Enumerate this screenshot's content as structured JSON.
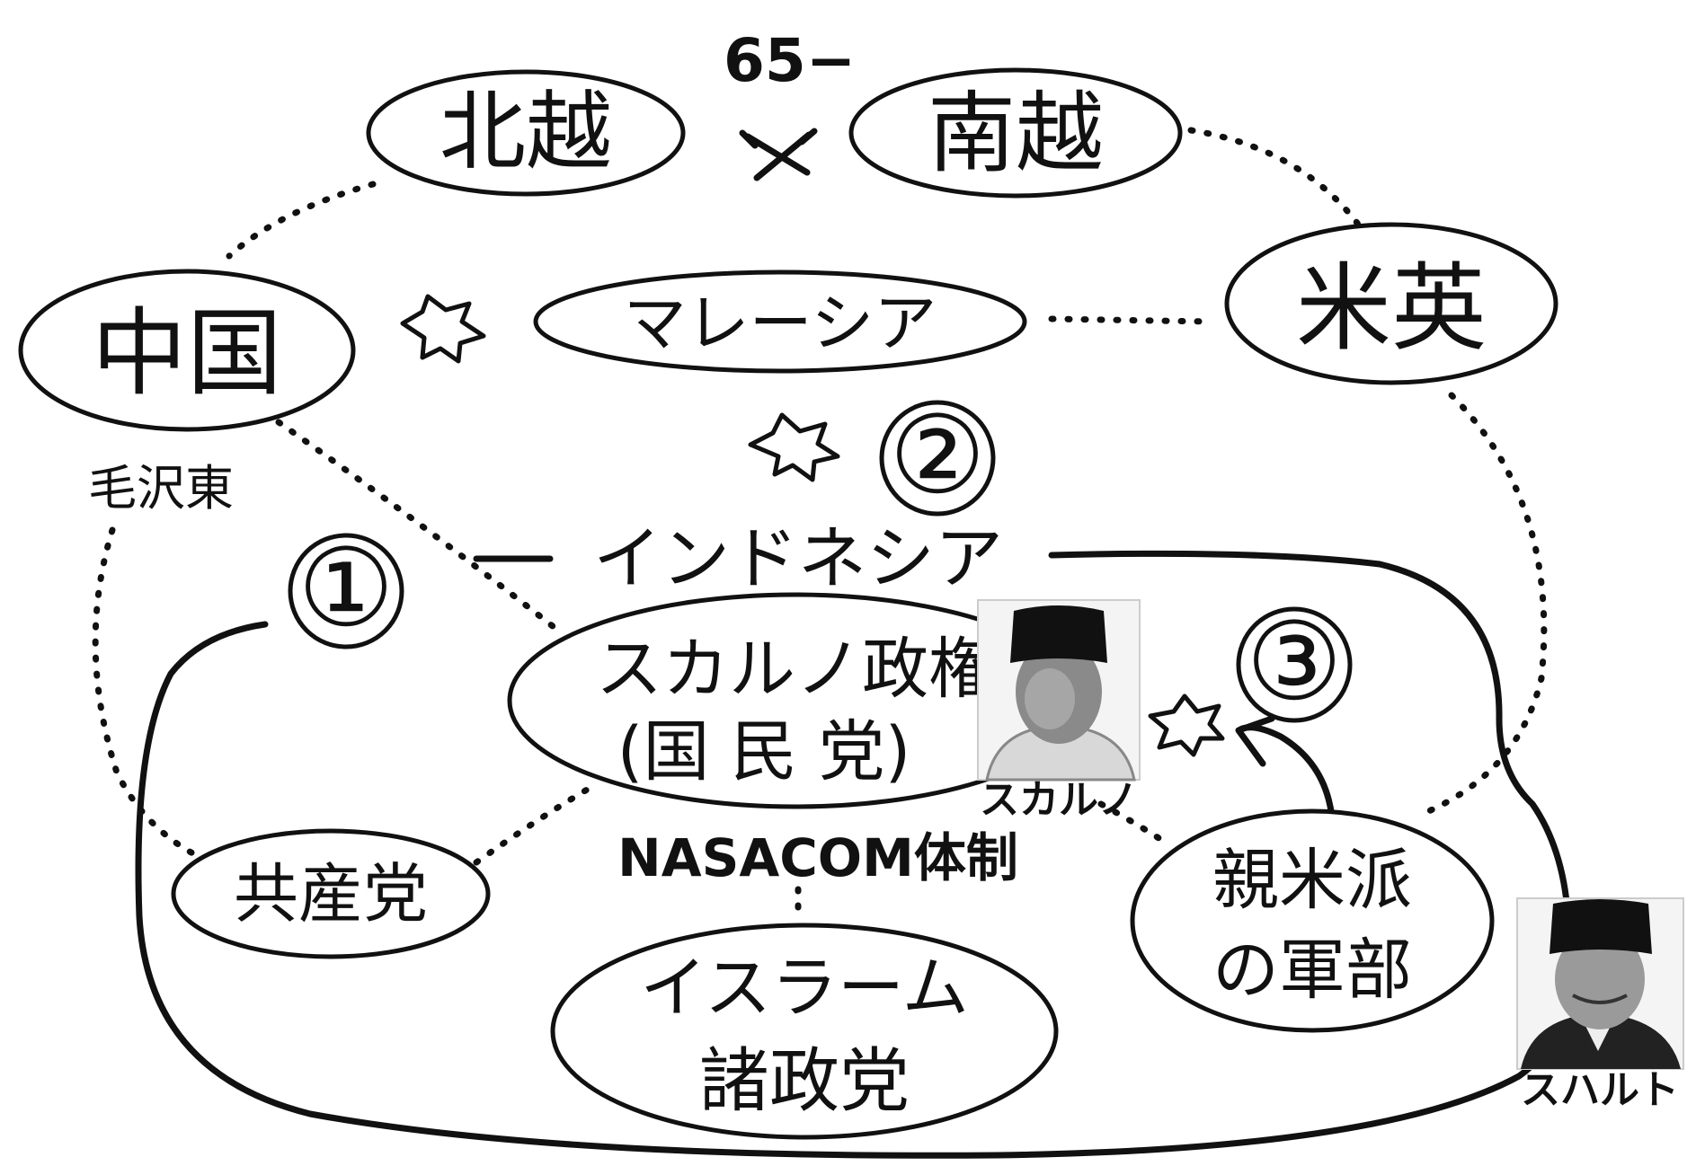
{
  "nodes": {
    "north_vietnam": "北越",
    "south_vietnam": "南越",
    "china": "中国",
    "malaysia": "マレーシア",
    "us_uk": "米英",
    "mao": "毛沢東",
    "indonesia": "インドネシア",
    "sukarno_regime": "スカルノ政権",
    "pni": "(国 民 党)",
    "communist_party": "共産党",
    "nasacom": "NASACOM体制",
    "islamic_parties_1": "イスラーム",
    "islamic_parties_2": "諸政党",
    "pro_us_military_1": "親米派",
    "pro_us_military_2": "の軍部"
  },
  "year_label": "65−",
  "markers": [
    "①",
    "②",
    "③"
  ],
  "portraits": {
    "sukarno": "スカルノ",
    "suharto": "スハルト"
  }
}
